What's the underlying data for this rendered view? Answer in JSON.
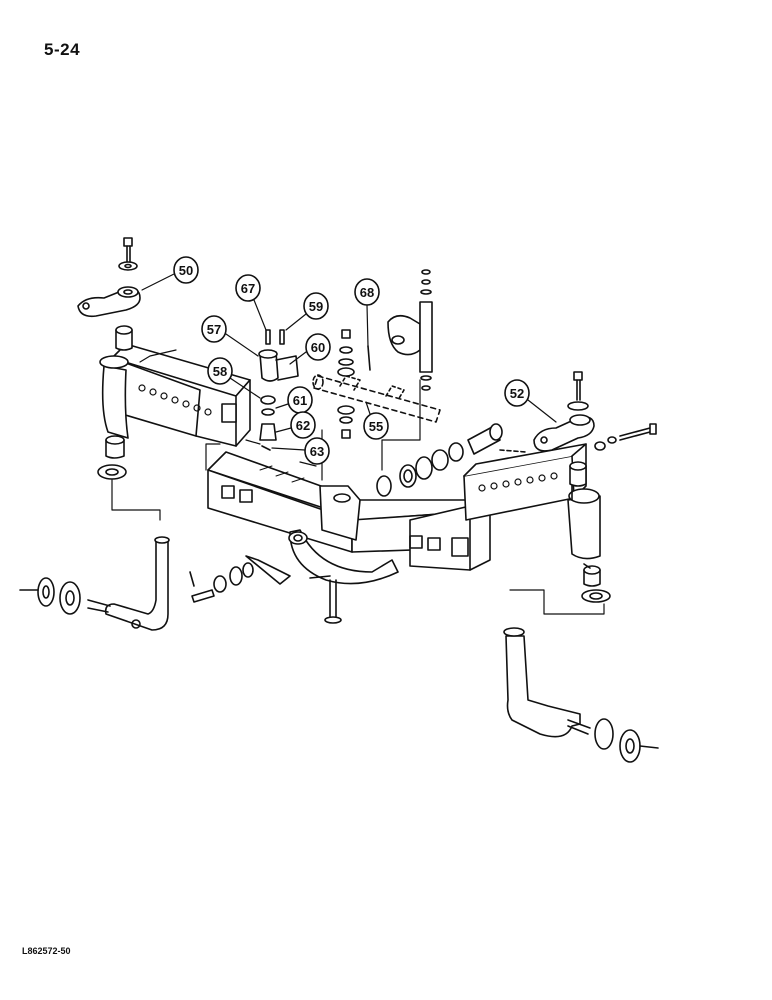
{
  "page": {
    "page_number": "5-24",
    "figure_code": "L862572-50"
  },
  "callouts": [
    "50",
    "67",
    "59",
    "68",
    "57",
    "60",
    "58",
    "61",
    "62",
    "55",
    "63",
    "52"
  ]
}
